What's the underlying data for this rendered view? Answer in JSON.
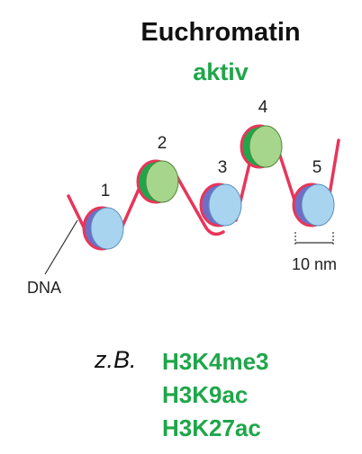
{
  "header": {
    "title": "Euchromatin",
    "state": "aktiv"
  },
  "diagram": {
    "dna_label": "DNA",
    "scale_label": "10 nm",
    "nucleosomes": [
      {
        "number": "1",
        "acetylated": false
      },
      {
        "number": "2",
        "acetylated": true
      },
      {
        "number": "3",
        "acetylated": false
      },
      {
        "number": "4",
        "acetylated": true
      },
      {
        "number": "5",
        "acetylated": false
      }
    ]
  },
  "examples": {
    "label": "z.B.",
    "marks": [
      "H3K4me3",
      "H3K9ac",
      "H3K27ac"
    ]
  },
  "colors": {
    "accent_green": "#1fa64a",
    "dna": "#e8355a",
    "histone_blue": "#a8d4ef",
    "histone_green": "#a6d58c",
    "histone_purple": "#6e6fc4"
  }
}
